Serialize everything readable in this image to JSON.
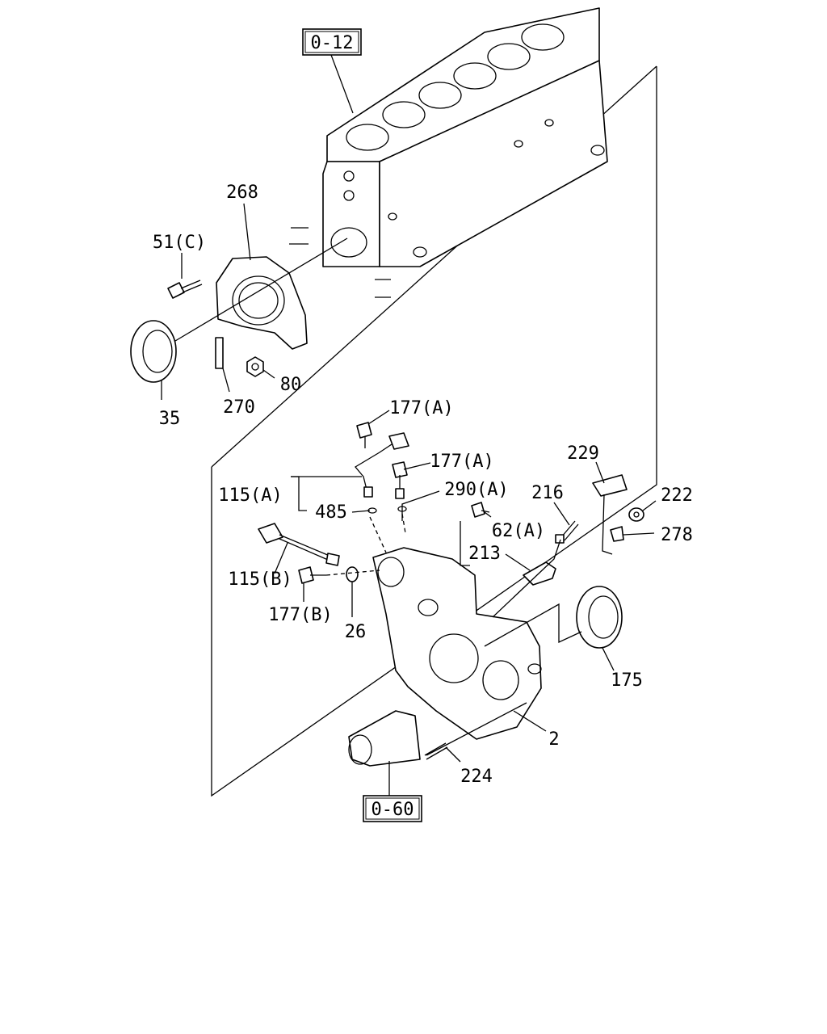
{
  "diagram": {
    "references": {
      "block": "0-12",
      "starter": "0-60"
    },
    "labels": {
      "p268": "268",
      "p51c": "51(C)",
      "p35": "35",
      "p270": "270",
      "p80": "80",
      "p177a_1": "177(A)",
      "p177a_2": "177(A)",
      "p229": "229",
      "p290a": "290(A)",
      "p216": "216",
      "p222": "222",
      "p115a": "115(A)",
      "p485": "485",
      "p62a": "62(A)",
      "p278": "278",
      "p213": "213",
      "p115b": "115(B)",
      "p177b": "177(B)",
      "p26": "26",
      "p175": "175",
      "p2": "2",
      "p224": "224"
    }
  }
}
